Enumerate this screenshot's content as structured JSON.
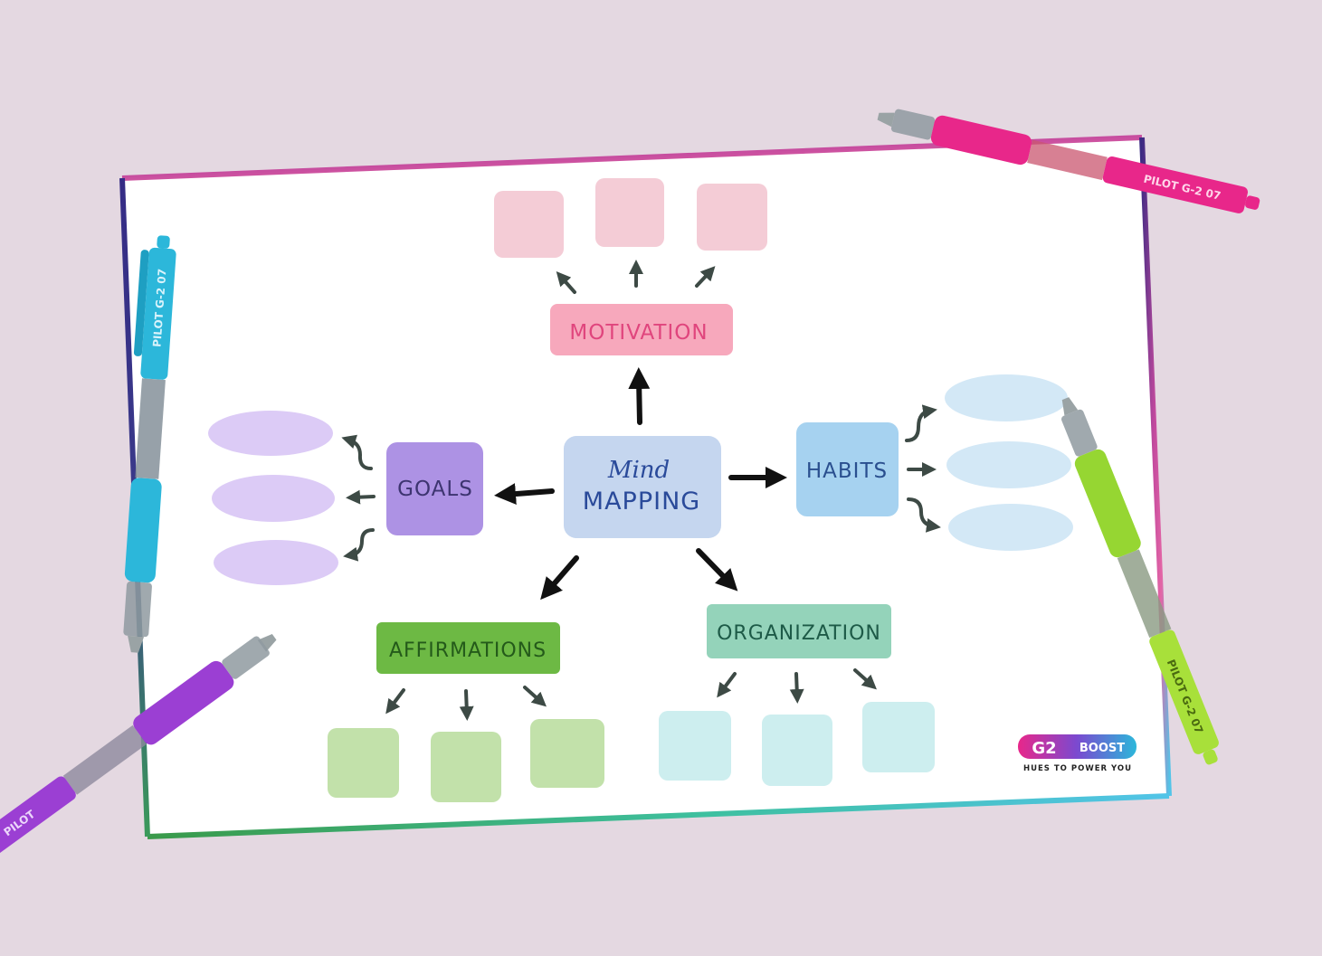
{
  "center": {
    "line1": "Mind",
    "line2": "MAPPING"
  },
  "branches": {
    "motivation": {
      "label": "MOTIVATION",
      "color": "#f7a8bc",
      "text_color": "#e0457d",
      "leaf_color": "#f4ccd6"
    },
    "habits": {
      "label": "HABITS",
      "color": "#a6d2f0",
      "text_color": "#2a4f8f",
      "leaf_color": "#d3e8f6"
    },
    "goals": {
      "label": "GOALS",
      "color": "#ad92e4",
      "text_color": "#3d3470",
      "leaf_color": "#dccbf6"
    },
    "affirmations": {
      "label": "AFFIRMATIONS",
      "color": "#6db944",
      "text_color": "#245a1a",
      "leaf_color": "#c2e1aa"
    },
    "organization": {
      "label": "ORGANIZATION",
      "color": "#94d3ba",
      "text_color": "#1d5a47",
      "leaf_color": "#cdeeef"
    }
  },
  "brand": {
    "logo": "G2",
    "name": "BOOST",
    "tagline": "HUES TO POWER YOU"
  },
  "pens": {
    "cyan": {
      "brand": "PILOT G-2 07",
      "color": "#2cb7da"
    },
    "magenta": {
      "brand": "PILOT G-2 07",
      "color": "#e8278a"
    },
    "lime": {
      "brand": "PILOT G-2 07",
      "color": "#96d632"
    },
    "purple": {
      "brand": "PILOT",
      "color": "#9b3fd3"
    }
  },
  "colors": {
    "background": "#e4d8e1",
    "center_box": "#c5d6ef",
    "center_text": "#2a4a9a",
    "arrow_dark": "#111111",
    "arrow_small": "#3d4a45"
  }
}
